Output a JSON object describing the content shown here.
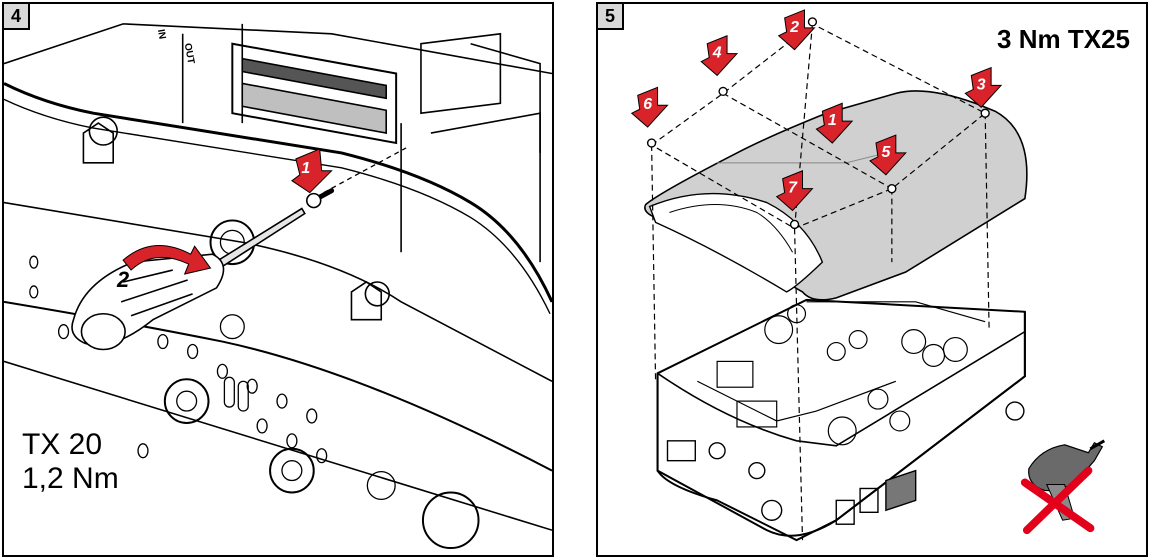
{
  "panels": [
    {
      "step": "4",
      "spec_line1": "TX 20",
      "spec_line2": "1,2 Nm",
      "markers": [
        "1",
        "2"
      ]
    },
    {
      "step": "5",
      "spec": "3 Nm TX25",
      "markers": [
        "1",
        "2",
        "3",
        "4",
        "5",
        "6",
        "7"
      ]
    }
  ],
  "colors": {
    "marker_red": "#d8232a",
    "cover_grey": "#d0d0d0",
    "line": "#000000",
    "cross_red": "#e3001b"
  },
  "icons": [
    "screwdriver-icon",
    "screw-icon",
    "rotate-arrow-icon",
    "power-drill-icon",
    "prohibited-cross-icon"
  ]
}
